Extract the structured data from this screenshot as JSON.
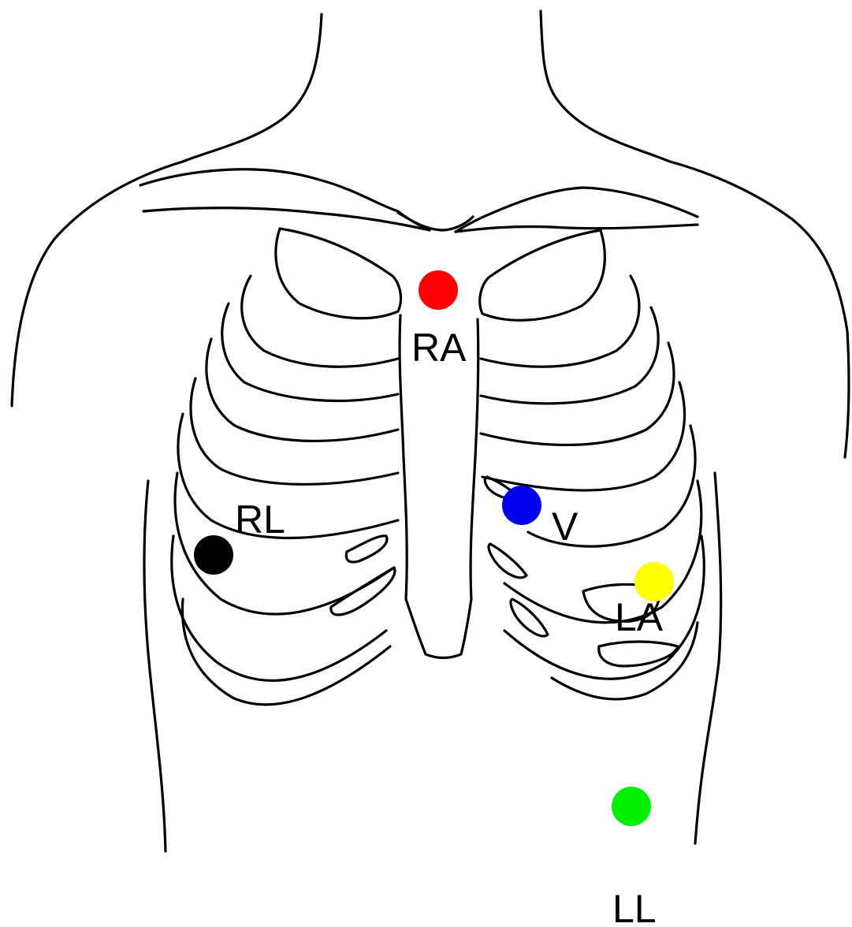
{
  "electrodes": [
    {
      "label": "RA",
      "color": "#ff0000"
    },
    {
      "label": "V",
      "color": "#0000ee"
    },
    {
      "label": "RL",
      "color": "#000000"
    },
    {
      "label": "LA",
      "color": "#ffff00"
    },
    {
      "label": "LL",
      "color": "#00ee00"
    }
  ]
}
